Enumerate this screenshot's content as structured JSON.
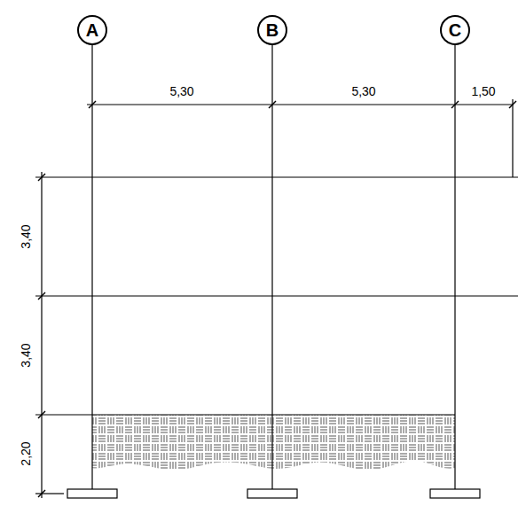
{
  "diagram": {
    "nodes": [
      {
        "text": [
          "A"
        ]
      },
      {
        "text": [
          "B"
        ]
      },
      {
        "text": [
          "C"
        ]
      }
    ],
    "labels": [
      "5,30",
      "5,30",
      "1,50",
      "3,40",
      "3,40",
      "2,20"
    ]
  }
}
